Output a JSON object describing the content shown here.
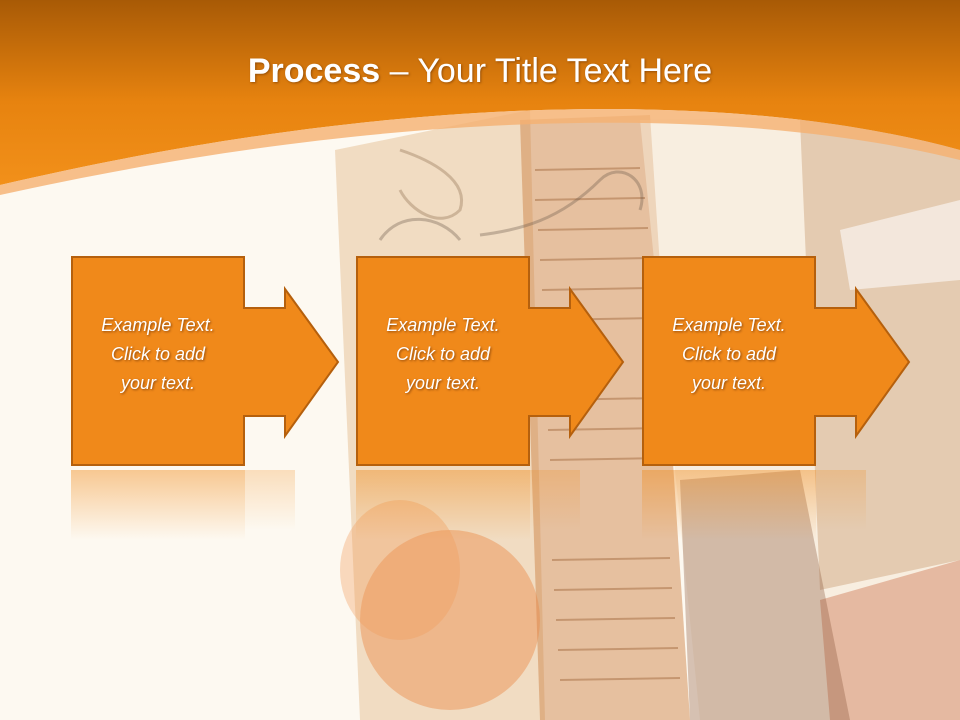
{
  "slide": {
    "title_bold": "Process",
    "title_dash": " – ",
    "title_rest": "Your Title Text Here"
  },
  "steps": [
    {
      "line1": "Example Text.",
      "line2": "Click  to add",
      "line3": "your text."
    },
    {
      "line1": "Example Text.",
      "line2": "Click  to add",
      "line3": "your text."
    },
    {
      "line1": "Example Text.",
      "line2": "Click  to add",
      "line3": "your text."
    }
  ],
  "colors": {
    "header_orange": "#ef8a1b",
    "box_fill": "#f0891a",
    "box_border": "#b5600d",
    "background": "#fdf9f1"
  }
}
